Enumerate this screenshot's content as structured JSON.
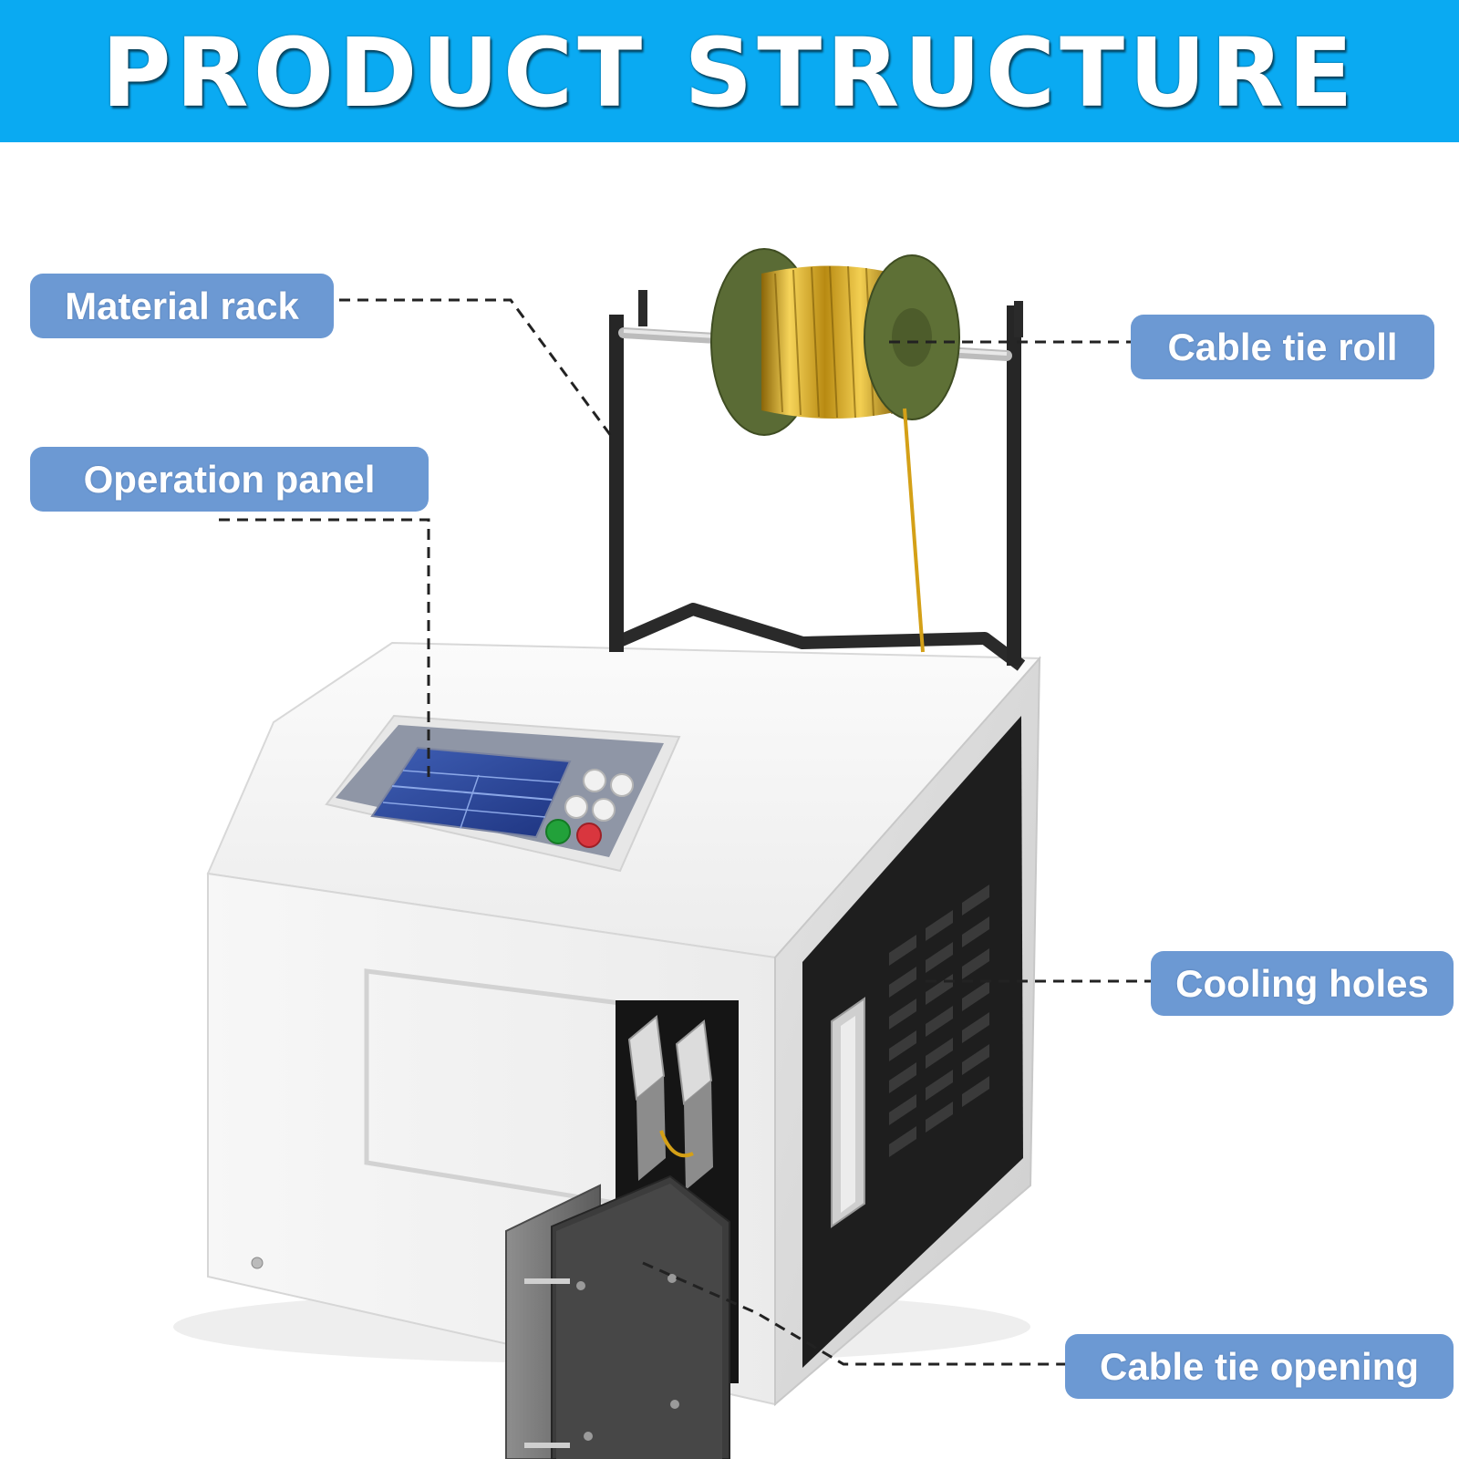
{
  "header": {
    "title": "PRODUCT STRUCTURE"
  },
  "colors": {
    "banner": "#0aaaf2",
    "callout": "#6c99d3",
    "machine_body": "#f4f4f4",
    "side_panel": "#1e1e1e",
    "spool": "#5a6b35",
    "cable_tie": "#d4a017",
    "start_button": "#22a13a",
    "stop_button": "#d9363e"
  },
  "callouts": [
    {
      "id": "material-rack",
      "label": "Material rack"
    },
    {
      "id": "operation-panel",
      "label": "Operation panel"
    },
    {
      "id": "cable-tie-roll",
      "label": "Cable tie roll"
    },
    {
      "id": "cooling-holes",
      "label": "Cooling holes"
    },
    {
      "id": "cable-tie-opening",
      "label": "Cable tie opening"
    }
  ]
}
